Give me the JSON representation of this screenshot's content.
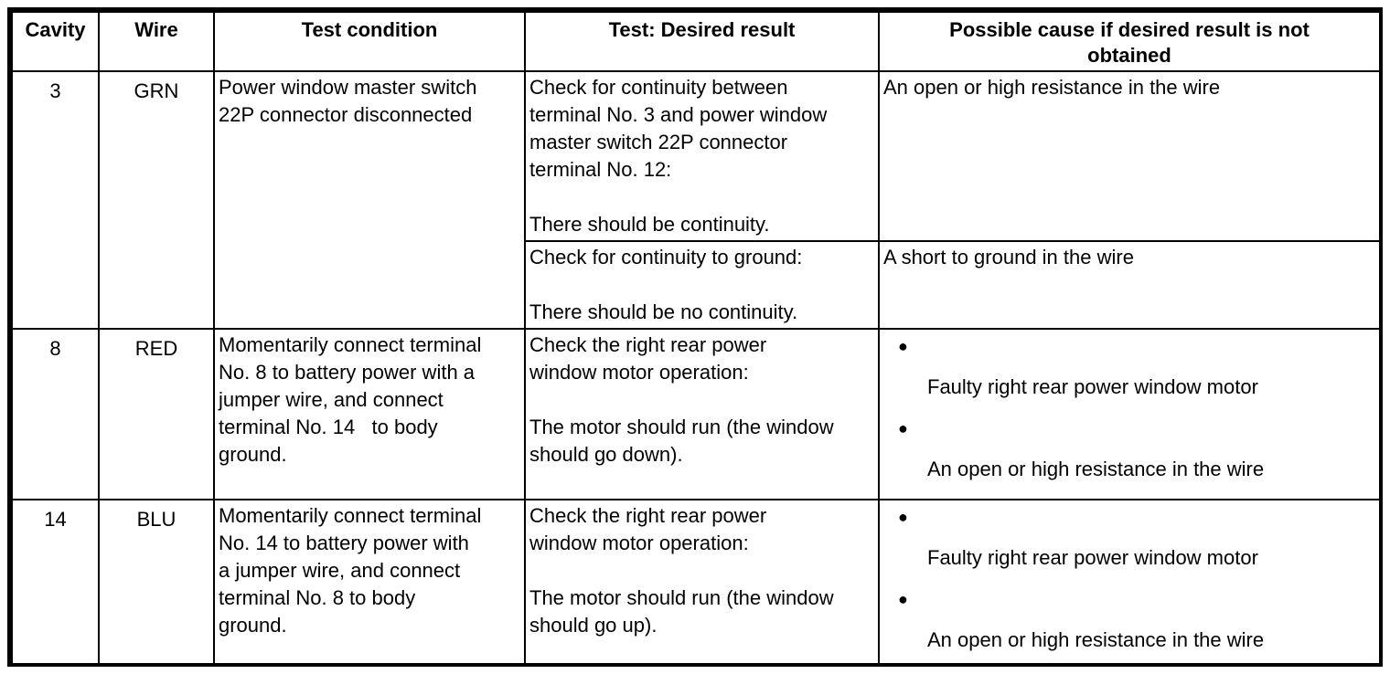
{
  "table": {
    "bullet": "●",
    "headers": [
      "Cavity",
      "Wire",
      "Test condition",
      "Test: Desired result",
      "Possible cause if desired result is not\nobtained"
    ],
    "rows": [
      {
        "cavity": "3",
        "wire": "GRN",
        "condition": "Power window master switch\n22P connector disconnected",
        "tests": [
          {
            "test": "Check for continuity between\nterminal No. 3 and power window\nmaster switch 22P connector\nterminal No. 12:\n\nThere should be continuity.",
            "cause": "An open or high resistance in the wire"
          },
          {
            "test": "Check for continuity to ground:\n\nThere should be no continuity.",
            "cause": "A short to ground in the wire"
          }
        ]
      },
      {
        "cavity": "8",
        "wire": "RED",
        "condition": "Momentarily connect terminal\nNo. 8 to battery power with a\njumper wire, and connect\nterminal No. 14   to body\nground.",
        "test": "Check the right rear power\nwindow motor operation:\n\nThe motor should run (the window\nshould go down).",
        "causes": [
          "Faulty right rear power window motor",
          "An open or high resistance in the wire"
        ]
      },
      {
        "cavity": "14",
        "wire": "BLU",
        "condition": "Momentarily connect terminal\nNo. 14 to battery power with\na jumper wire, and connect\nterminal No. 8 to body\nground.",
        "test": "Check the right rear power\nwindow motor operation:\n\nThe motor should run (the window\nshould go up).",
        "causes": [
          "Faulty right rear power window motor",
          "An open or high resistance in the wire"
        ]
      }
    ]
  }
}
